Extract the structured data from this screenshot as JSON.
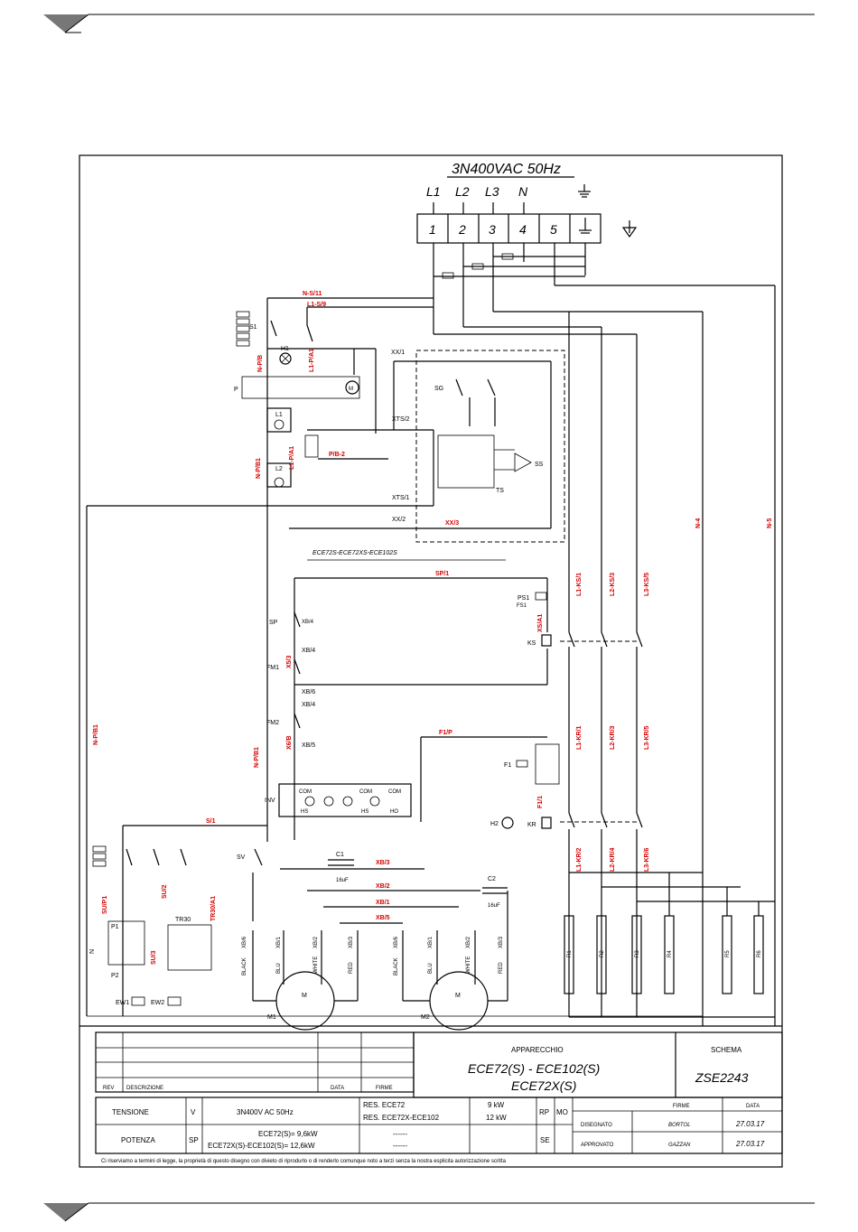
{
  "supply": {
    "title": "3N400VAC 50Hz",
    "phases": [
      "L1",
      "L2",
      "L3",
      "N"
    ],
    "terminals": [
      "1",
      "2",
      "3",
      "4",
      "5"
    ]
  },
  "components": {
    "s1": "S1",
    "h1": "H1",
    "p": "P",
    "l1": "L1",
    "l2": "L2",
    "sg": "SG",
    "ts": "TS",
    "ss": "SS",
    "sp": "SP",
    "fm1": "FM1",
    "fm2": "FM2",
    "ks": "KS",
    "ps1": "PS1",
    "inv": "INV",
    "f1": "F1",
    "h2": "H2",
    "kr": "KR",
    "sv": "SV",
    "c1": "C1",
    "c2": "C2",
    "c_val": "16uF",
    "m1": "M1",
    "m2": "M2",
    "m": "M",
    "tr": "TR30",
    "p1": "P1",
    "p2": "P2",
    "ew1": "EW1",
    "ew2": "EW2",
    "n_label": "N"
  },
  "variant_label": "ECE72S-ECE72XS-ECE102S",
  "wire_labels": [
    "N-S/11",
    "L1-S/9",
    "N-P/B",
    "L1-P/A1",
    "XX/1",
    "XTS/2",
    "XTS/1",
    "XX/2",
    "XX/3",
    "N-P/B1",
    "L1-P/A1",
    "P/B-2",
    "SP/1",
    "N-P/B1",
    "N-P/B1",
    "XS/A1",
    "FS1",
    "F1/P",
    "S/1",
    "XB/3",
    "XB/2",
    "XB/1",
    "XB/5",
    "N-4",
    "N-5",
    "L1-KS/1",
    "L2-KS/3",
    "L3-KS/5",
    "L1-KR/1",
    "L2-KR/3",
    "L3-KR/5",
    "L1-KR/2",
    "L2-KR/4",
    "L3-KR/6",
    "SU/P1",
    "SU/2",
    "SU/3",
    "TR30/A1",
    "XB/4",
    "XB/6",
    "XB/4",
    "X5/3",
    "F1/1",
    "X6/B"
  ],
  "motor_labels": [
    "BLACK",
    "BLU",
    "WHITE",
    "RED"
  ],
  "connector_pins": [
    "XB/6",
    "XB/1",
    "XB/2",
    "XB/3"
  ],
  "inverter_labels": [
    "COM",
    "HS",
    "COM",
    "HS",
    "COM",
    "HO"
  ],
  "heater_labels": [
    "R1",
    "R2",
    "R3",
    "R4",
    "R5",
    "R6"
  ],
  "title_block": {
    "rev_label": "REV",
    "desc_label": "DESCRIZIONE",
    "date_label": "DATA",
    "sign_label": "FIRME",
    "appliance_label": "APPARECCHIO",
    "appliance_line1": "ECE72(S) - ECE102(S)",
    "appliance_line2": "ECE72X(S)",
    "scheme_label": "SCHEMA",
    "scheme_code": "ZSE2243",
    "tension_label": "TENSIONE",
    "tension_unit": "V",
    "tension_value": "3N400V AC 50Hz",
    "res1": "RES. ECE72",
    "res2": "RES. ECE72X-ECE102",
    "kw1": "9 kW",
    "kw2": "12 kW",
    "rp": "RP",
    "mo": "MO",
    "power_label": "POTENZA",
    "power_unit": "SP",
    "power_line1": "ECE72(S)= 9,6kW",
    "power_line2": "ECE72X(S)-ECE102(S)= 12,6kW",
    "dashes1": "------",
    "dashes2": "------",
    "se": "SE",
    "firme": "FIRME",
    "data": "DATA",
    "drawn_label": "DISEGNATO",
    "drawn_by": "BORTOL",
    "drawn_date": "27.03.17",
    "approved_label": "APPROVATO",
    "approved_by": "GAZZAN",
    "approved_date": "27.03.17",
    "legal": "Ci riserviamo a termini di legge, la proprietà di questo disegno con divieto di riprodurlo o di renderlo comunque noto a terzi senza la nostra esplicita autorizzazione scritta"
  }
}
